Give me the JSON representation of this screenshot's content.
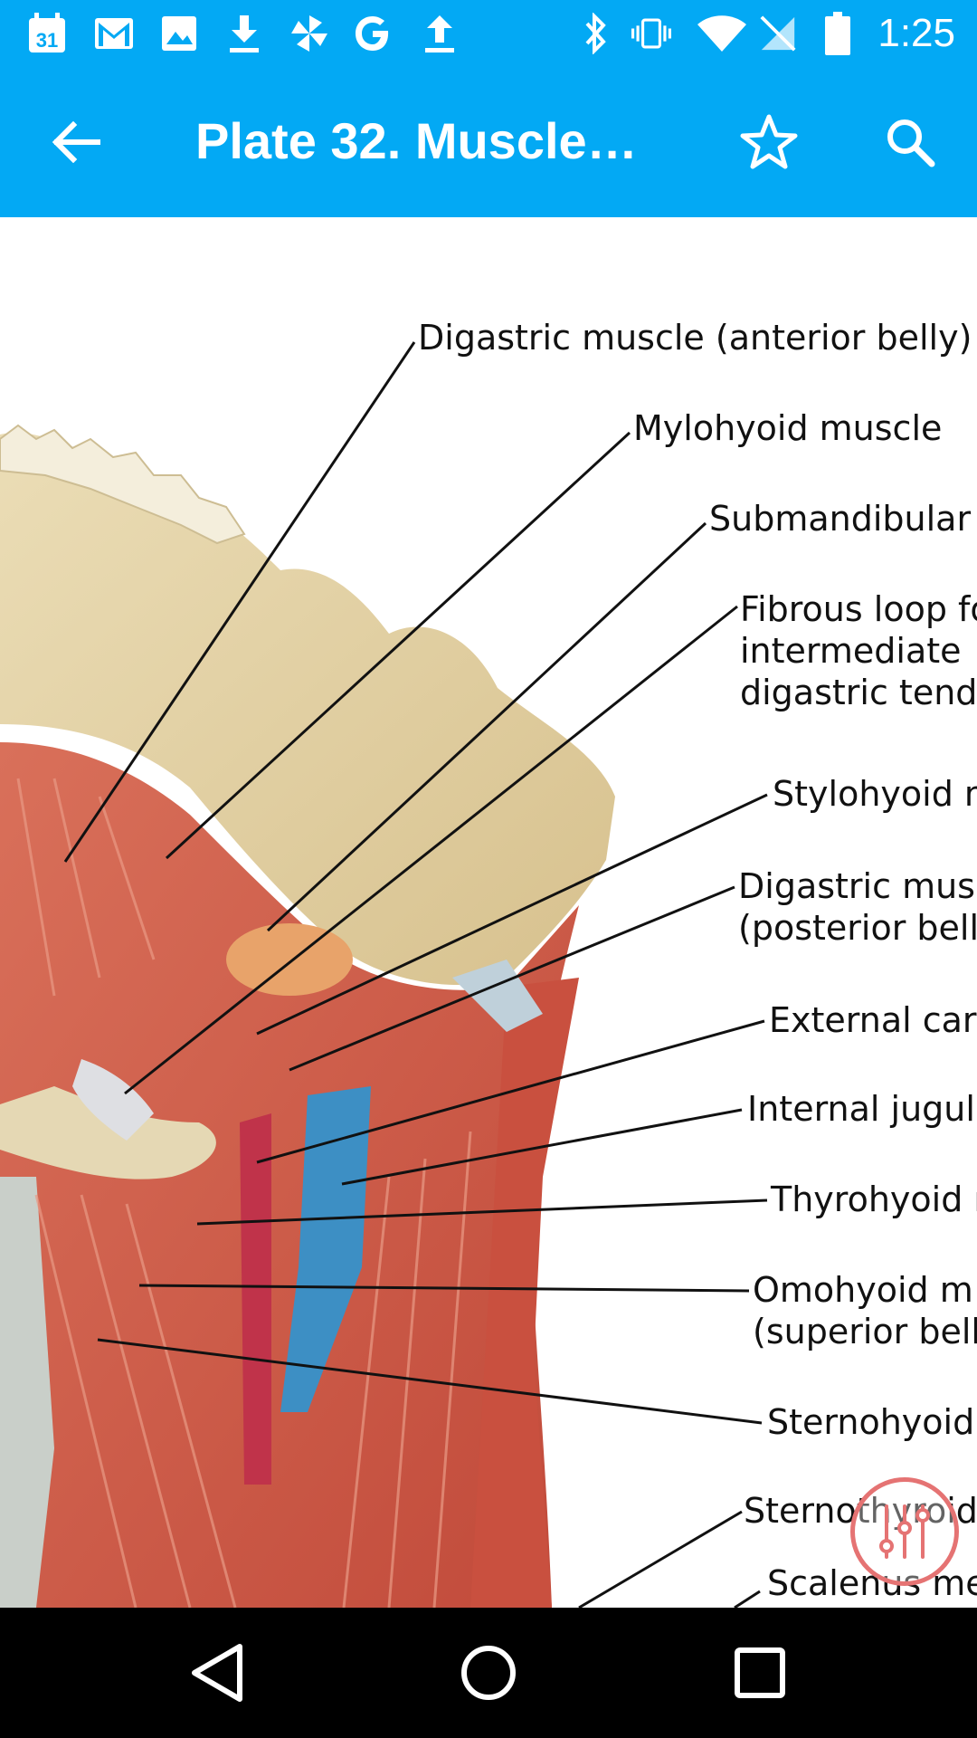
{
  "status_bar": {
    "time": "1:25",
    "left_icons": [
      "calendar-icon",
      "gmail-icon",
      "photos-icon",
      "download-icon",
      "pinwheel-icon",
      "google-icon",
      "upload-icon"
    ],
    "calendar_day": "31",
    "right_icons": [
      "bluetooth-icon",
      "vibrate-icon",
      "wifi-icon",
      "no-signal-icon",
      "battery-icon"
    ]
  },
  "app_bar": {
    "title": "Plate 32. Muscle…",
    "back_icon": "arrow-back-icon",
    "favorite_icon": "star-outline-icon",
    "search_icon": "search-icon",
    "color": "#03A9F4"
  },
  "plate": {
    "labels": [
      "Digastric muscle (anterior belly)",
      "Mylohyoid muscle",
      "Submandibular",
      "Fibrous loop fo\nintermediate\ndigastric tendí",
      "Stylohyoid m",
      "Digastric musc\n(posterior belly",
      "External caro",
      "Internal jugula",
      "Thyrohyoid m",
      "Omohyoid m\n(superior bell",
      "Sternohyoid",
      "Sternothyroid",
      "Scalenus me"
    ]
  },
  "fab": {
    "icon": "equalizer-icon",
    "color": "#E57373"
  },
  "nav_bar": {
    "icons": [
      "back-triangle-icon",
      "home-circle-icon",
      "recents-square-icon"
    ]
  }
}
